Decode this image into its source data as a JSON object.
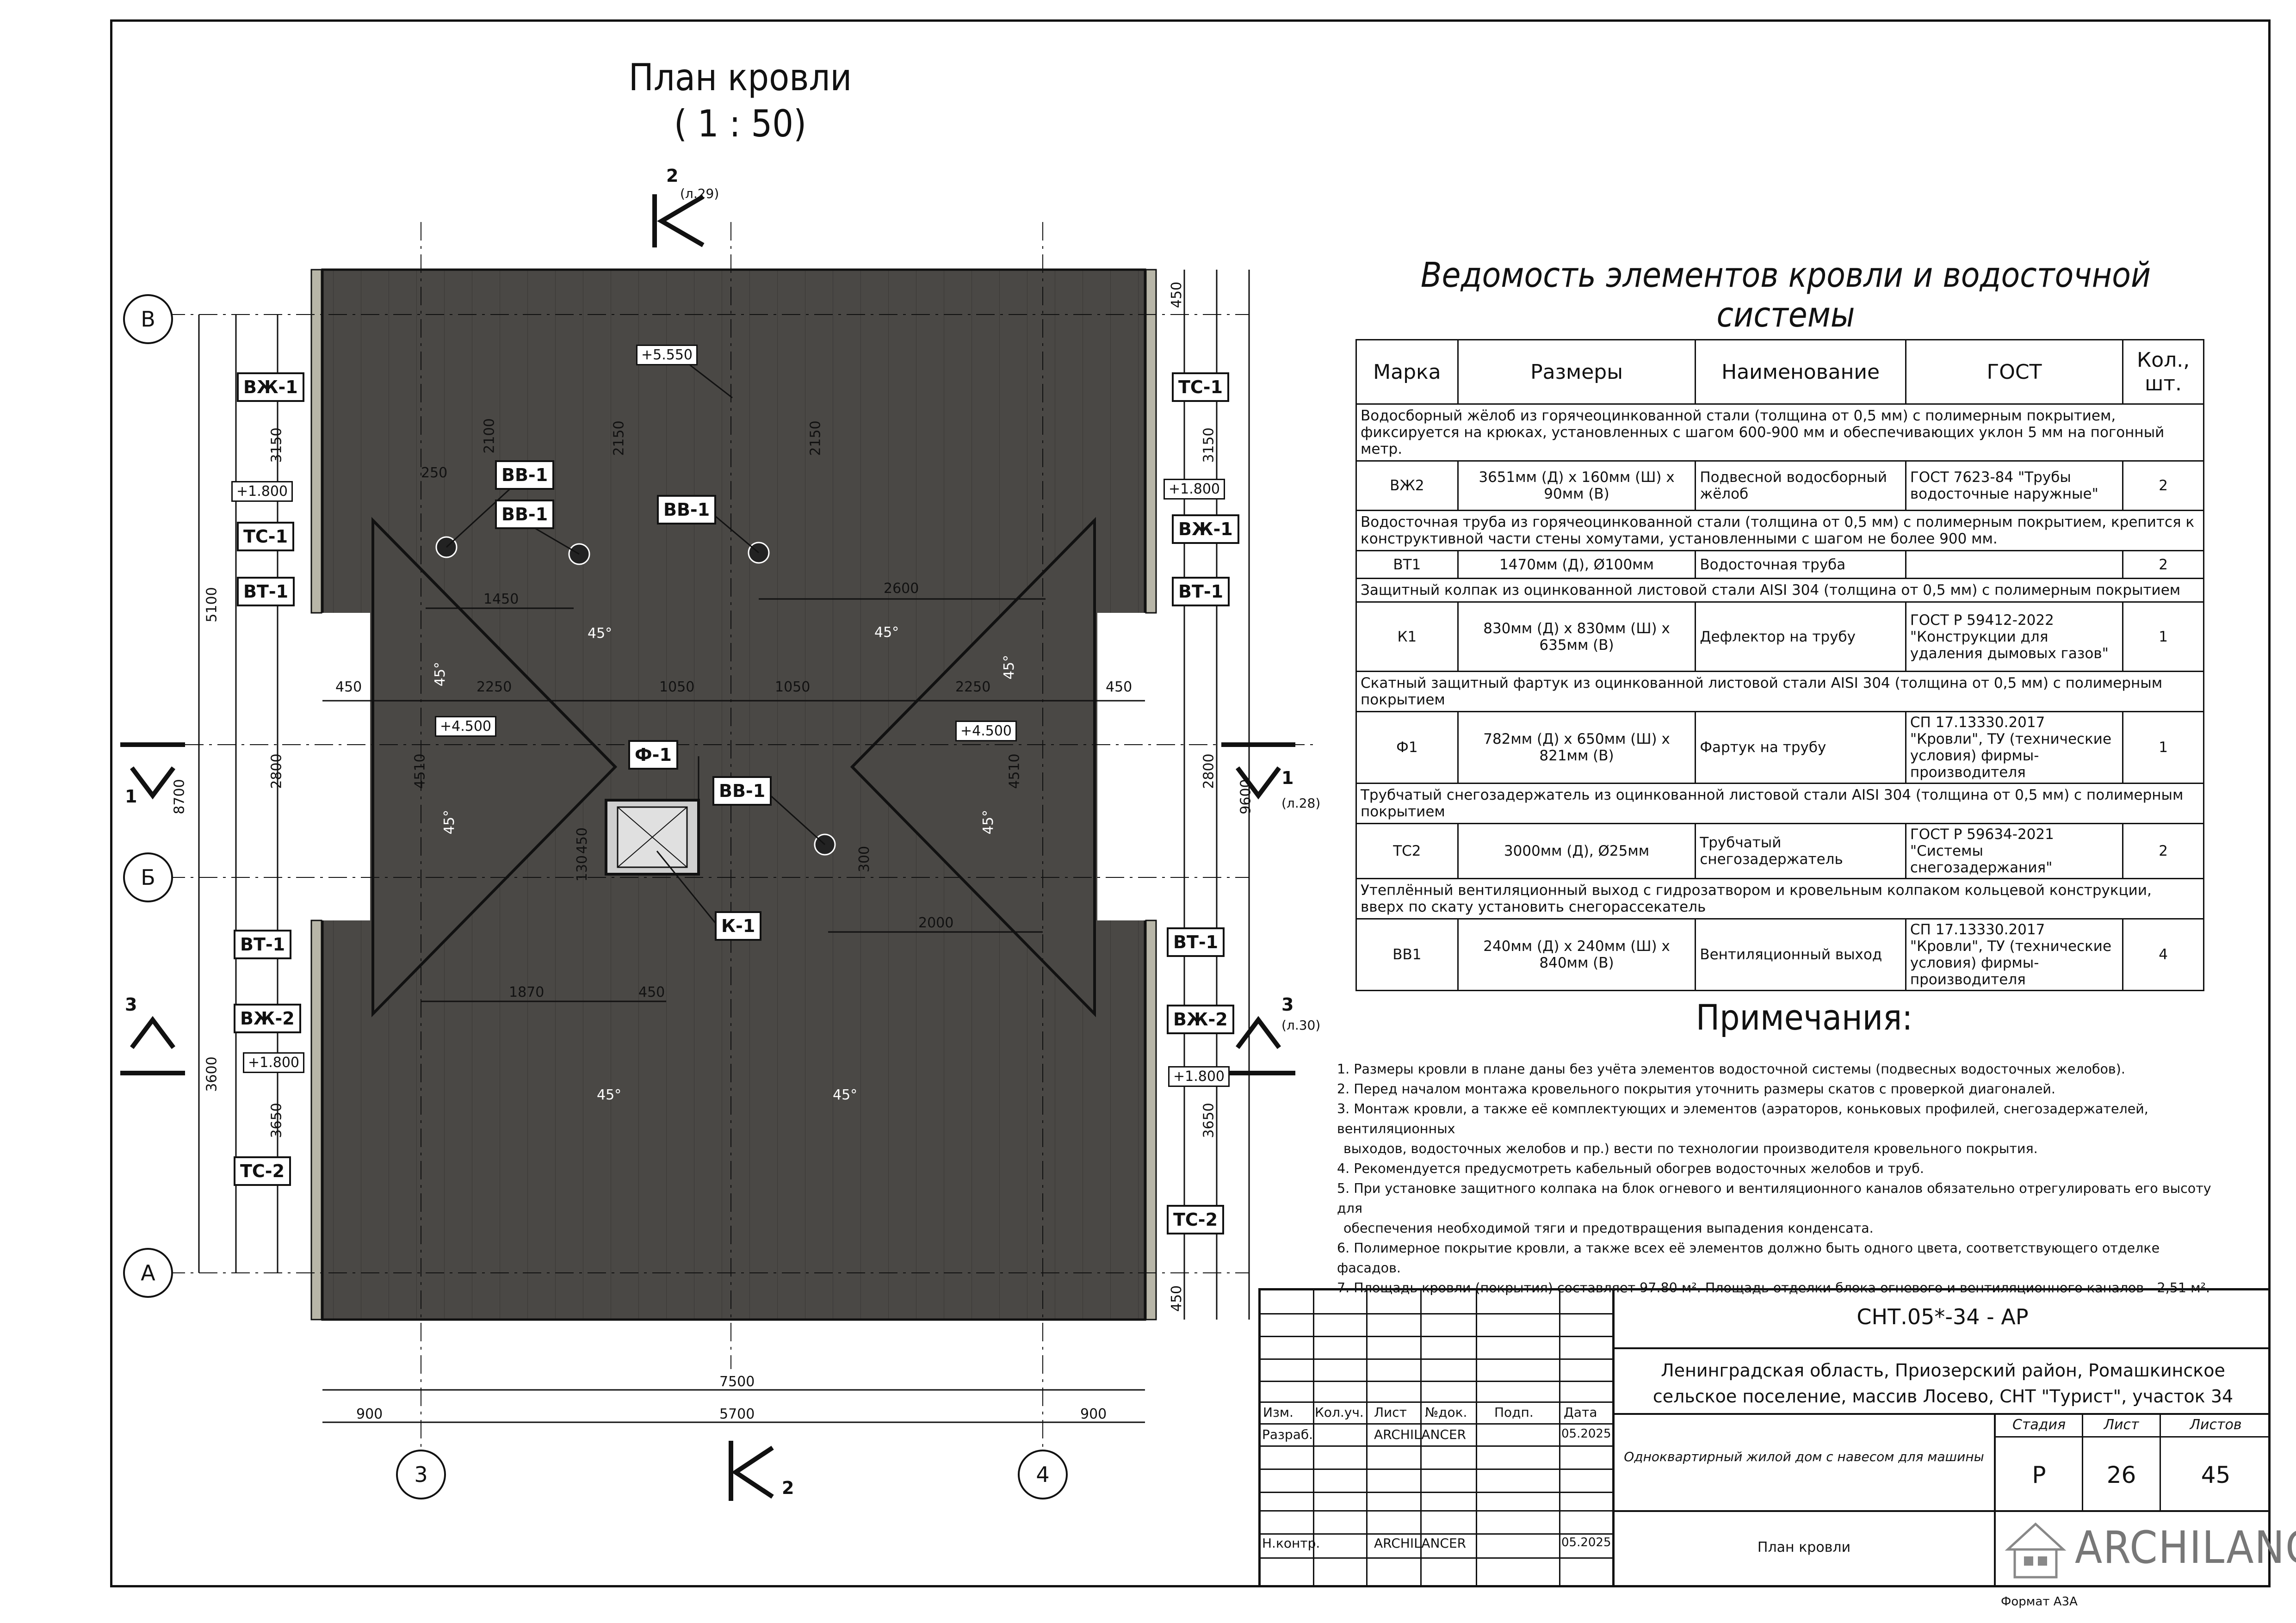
{
  "roof_plan": {
    "title": "План кровли",
    "scale": "( 1 : 50)",
    "section_marks": [
      {
        "id": "2",
        "sheet": "(л.29)"
      },
      {
        "id": "1",
        "sheet": "(л.28)"
      },
      {
        "id": "3",
        "sheet": "(л.30)"
      }
    ],
    "section_plain": [
      "1",
      "3",
      "2"
    ],
    "axes": {
      "V": "В",
      "B": "Б",
      "A": "А",
      "n3": "3",
      "n4": "4"
    },
    "labels": {
      "vzh1_l": "ВЖ-1",
      "ts1_l": "ТС-1",
      "vt1_l": "ВТ-1",
      "vt1_l2": "ВТ-1",
      "vzh2_l": "ВЖ-2",
      "ts2_l": "ТС-2",
      "ts1_r": "ТС-1",
      "vzh1_r": "ВЖ-1",
      "vt1_r": "ВТ-1",
      "vt1_r2": "ВТ-1",
      "vzh2_r": "ВЖ-2",
      "ts2_r": "ТС-2",
      "vv1_a": "ВВ-1",
      "vv1_b": "ВВ-1",
      "vv1_c": "ВВ-1",
      "vv1_d": "ВВ-1",
      "f1": "Ф-1",
      "k1": "К-1"
    },
    "levels": {
      "top": "+5.550",
      "l_up": "+1.800",
      "r_up": "+1.800",
      "l_mid": "+4.500",
      "r_mid": "+4.500",
      "l_low": "+1.800",
      "r_low": "+1.800"
    },
    "dims": {
      "d7500": "7500",
      "d900a": "900",
      "d5700": "5700",
      "d900b": "900",
      "d450tl": "450",
      "d2250l": "2250",
      "d1050l": "1050",
      "d1050r": "1050",
      "d2250r": "2250",
      "d450tr": "450",
      "d5100": "5100",
      "d8700": "8700",
      "d3600": "3600",
      "d3150l": "3150",
      "d2800l": "2800",
      "d3650l": "3650",
      "d450r1": "450",
      "d3150r": "3150",
      "d9600": "9600",
      "d2800r": "2800",
      "d3650r": "3650",
      "d450r2": "450",
      "d2100": "2100",
      "d2150a": "2150",
      "d2150b": "2150",
      "d250": "250",
      "d1450": "1450",
      "d2600": "2600",
      "d4510l": "4510",
      "d4510r": "4510",
      "d450k": "450",
      "d130": "130",
      "d300": "300",
      "d2000": "2000",
      "d1870": "1870",
      "d450b": "450"
    },
    "slopes": [
      "45°",
      "45°",
      "45°",
      "45°",
      "45°",
      "45°",
      "45°",
      "45°"
    ]
  },
  "schedule": {
    "title": "Ведомость элементов кровли и водосточной системы",
    "headers": [
      "Марка",
      "Размеры",
      "Наименование",
      "ГОСТ",
      "Кол., шт."
    ],
    "groups": [
      {
        "desc": "Водосборный жёлоб из горячеоцинкованной стали (толщина от 0,5 мм) с полимерным покрытием, фиксируется на крюках, установленных с шагом 600-900 мм и обеспечивающих уклон 5 мм на погонный метр.",
        "mark": "ВЖ2",
        "size": "3651мм (Д) х 160мм (Ш) х 90мм (В)",
        "name": "Подвесной водосборный жёлоб",
        "gost": "ГОСТ 7623-84 \"Трубы водосточные наружные\"",
        "qty": "2"
      },
      {
        "desc": "Водосточная труба из горячеоцинкованной стали (толщина от 0,5 мм) с полимерным покрытием, крепится к конструктивной части стены хомутами, установленными с шагом не более 900 мм.",
        "mark": "ВТ1",
        "size": "1470мм (Д), Ø100мм",
        "name": "Водосточная труба",
        "gost": "",
        "qty": "2"
      },
      {
        "desc": "Защитный колпак из оцинкованной листовой стали AISI 304 (толщина от 0,5 мм) с полимерным покрытием",
        "mark": "К1",
        "size": "830мм (Д) х 830мм (Ш) х 635мм (В)",
        "name": "Дефлектор на трубу",
        "gost": "ГОСТ Р 59412-2022 \"Конструкции для удаления дымовых газов\"",
        "qty": "1"
      },
      {
        "desc": "Скатный защитный фартук из оцинкованной листовой стали AISI 304 (толщина от 0,5 мм) с полимерным покрытием",
        "mark": "Ф1",
        "size": "782мм (Д) х 650мм (Ш) х 821мм (В)",
        "name": "Фартук на трубу",
        "gost": "СП 17.13330.2017 \"Кровли\", ТУ (технические условия) фирмы-производителя",
        "qty": "1"
      },
      {
        "desc": "Трубчатый снегозадержатель из оцинкованной листовой стали AISI 304 (толщина от 0,5 мм) с полимерным покрытием",
        "mark": "ТС2",
        "size": "3000мм (Д), Ø25мм",
        "name": "Трубчатый снегозадержатель",
        "gost": "ГОСТ Р 59634-2021 \"Системы снегозадержания\"",
        "qty": "2"
      },
      {
        "desc": "Утеплённый вентиляционный выход с гидрозатвором и кровельным колпаком кольцевой конструкции, вверх по скату установить снегорассекатель",
        "mark": "ВВ1",
        "size": "240мм (Д) х 240мм (Ш) х 840мм (В)",
        "name": "Вентиляционный выход",
        "gost": "СП 17.13330.2017 \"Кровли\", ТУ (технические условия) фирмы-производителя",
        "qty": "4"
      }
    ]
  },
  "notes": {
    "title": "Примечания:",
    "items": [
      "1. Размеры кровли в плане даны без учёта элементов водосточной системы (подвесных водосточных желобов).",
      "2. Перед началом монтажа кровельного покрытия уточнить размеры скатов с проверкой диагоналей.",
      "3. Монтаж кровли, а также её комплектующих и элементов (аэраторов, коньковых профилей, снегозадержателей, вентиляционных",
      "   выходов, водосточных желобов и пр.) вести по технологии производителя кровельного покрытия.",
      "4. Рекомендуется предусмотреть кабельный обогрев водосточных желобов и труб.",
      "5. При установке защитного колпака на блок огневого и вентиляционного каналов обязательно отрегулировать его высоту для",
      "   обеспечения необходимой тяги и предотвращения выпадения конденсата.",
      "6. Полимерное покрытие кровли, а также всех её элементов должно быть одного цвета, соответствующего отделке фасадов.",
      "7. Площадь кровли (покрытия) составляет 97.80 м². Площадь отделки блока огневого и вентиляционного каналов - 2,51 м²."
    ]
  },
  "stamp": {
    "code": "СНТ.05*-34 - АР",
    "address": "Ленинградская область, Приозерский район, Ромашкинское сельское поселение, массив Лосево, СНТ \"Турист\", участок 34",
    "cols": {
      "izm": "Изм.",
      "kol": "Кол.уч.",
      "list": "Лист",
      "ndok": "№док.",
      "podp": "Подп.",
      "data": "Дата"
    },
    "razrab": "Разраб.",
    "nkontr": "Н.контр.",
    "author1": "ARCHILANCER",
    "date1": "05.2025",
    "author2": "ARCHILANCER",
    "date2": "05.2025",
    "project": "Однoквартирный жилой дом с навесом для машины",
    "stage_h": "Стадия",
    "sheet_h": "Лист",
    "sheets_h": "Листов",
    "stage": "Р",
    "sheet": "26",
    "sheets": "45",
    "sheet_title": "План кровли",
    "logo": "ARCHILANCER",
    "format": "Формат А3А"
  }
}
